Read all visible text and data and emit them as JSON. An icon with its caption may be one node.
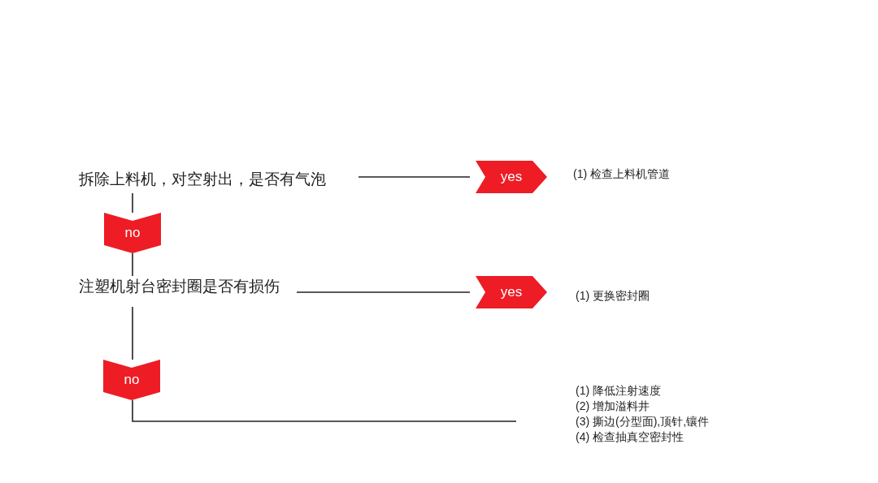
{
  "diagram": {
    "nodes": [
      {
        "text": [
          "拆除上料机，对空射出，是否有气泡"
        ]
      },
      {
        "text": [
          "yes"
        ]
      },
      {
        "text": [
          "(1)  检查上料机管道"
        ]
      },
      {
        "text": [
          "no"
        ]
      },
      {
        "text": [
          "注塑机射台密封圈是否有损伤"
        ]
      },
      {
        "text": [
          "yes"
        ]
      },
      {
        "text": [
          "(1) 更换密封圈"
        ]
      },
      {
        "text": [
          "no"
        ]
      },
      {
        "text": [
          "(1)  降低注射速度",
          "(2)  增加溢料井",
          "(3)  撕边(分型面),顶针,镶件",
          "(4)  检查抽真空密封性"
        ]
      }
    ],
    "edges": [
      {
        "from": 0,
        "to": 1,
        "arrow": "none"
      },
      {
        "from": 0,
        "to": 3,
        "arrow": "none"
      },
      {
        "from": 3,
        "to": 4,
        "arrow": "none"
      },
      {
        "from": 4,
        "to": 5,
        "arrow": "none"
      },
      {
        "from": 4,
        "to": 7,
        "arrow": "none"
      },
      {
        "from": 7,
        "to": null,
        "arrow": "none"
      }
    ]
  }
}
